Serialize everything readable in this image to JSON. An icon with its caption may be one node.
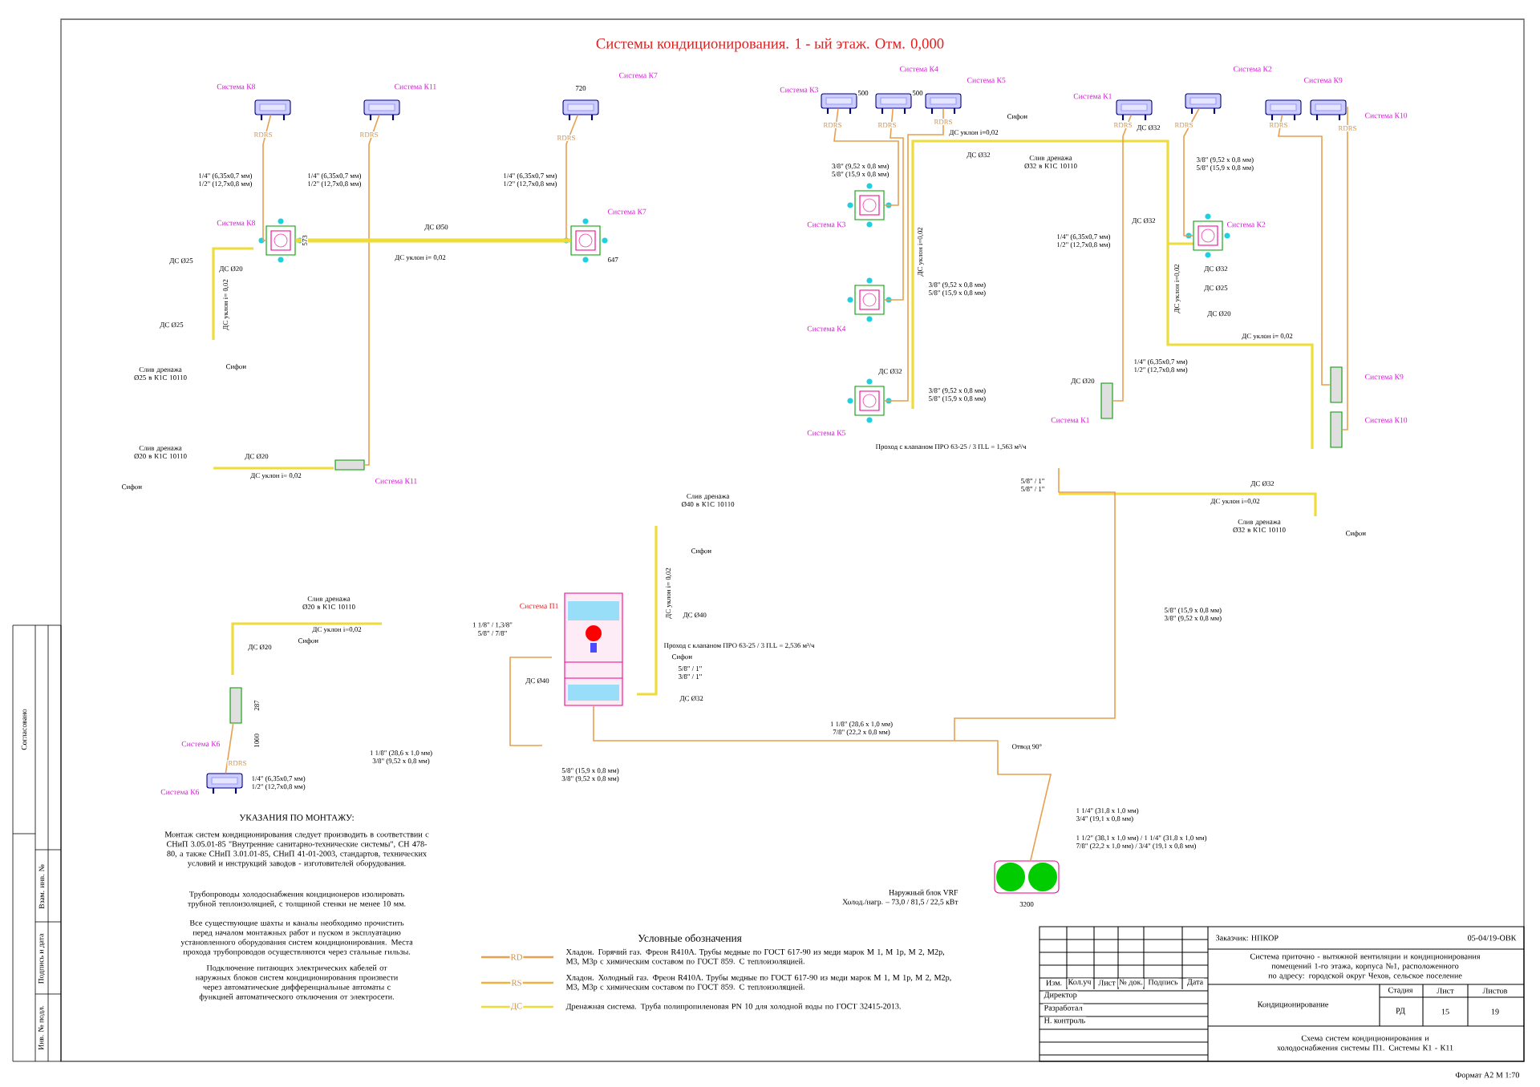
{
  "diagram": {
    "title": "Системы кондиционирования. 1 - ый этаж. Отм. 0,000",
    "nodes": [
      {
        "text": [],
        "shape": "box",
        "beside": [
          "Система К8"
        ]
      },
      {
        "text": [],
        "shape": "box",
        "beside": [
          "Система К11"
        ]
      },
      {
        "text": [],
        "shape": "box",
        "beside": [
          "Система К7"
        ]
      },
      {
        "text": [],
        "shape": "box",
        "beside": [
          "Система К8"
        ]
      },
      {
        "text": [],
        "shape": "box",
        "beside": [
          "Система К7"
        ]
      },
      {
        "text": [],
        "shape": "box",
        "beside": [
          "Система К11"
        ]
      },
      {
        "text": [],
        "shape": "box",
        "beside": [
          "Система К3"
        ]
      },
      {
        "text": [],
        "shape": "box",
        "beside": [
          "Система К4"
        ]
      },
      {
        "text": [],
        "shape": "box",
        "beside": [
          "Система К5"
        ]
      },
      {
        "text": [],
        "shape": "box",
        "beside": [
          "Система К1"
        ]
      },
      {
        "text": [],
        "shape": "box",
        "beside": [
          "Система К2"
        ]
      },
      {
        "text": [],
        "shape": "box",
        "beside": [
          "Система К9"
        ]
      },
      {
        "text": [],
        "shape": "box",
        "beside": [
          "Система К10"
        ]
      },
      {
        "text": [],
        "shape": "box",
        "beside": [
          "Система К3"
        ]
      },
      {
        "text": [],
        "shape": "box",
        "beside": [
          "Система К4"
        ]
      },
      {
        "text": [],
        "shape": "box",
        "beside": [
          "Система К5"
        ]
      },
      {
        "text": [],
        "shape": "box",
        "beside": [
          "Система К2"
        ]
      },
      {
        "text": [],
        "shape": "box",
        "beside": [
          "Система К1"
        ]
      },
      {
        "text": [],
        "shape": "box",
        "beside": [
          "Система К9"
        ]
      },
      {
        "text": [],
        "shape": "box",
        "beside": [
          "Система К10"
        ]
      },
      {
        "text": [],
        "shape": "box",
        "beside": [
          "Система К6"
        ]
      },
      {
        "text": [],
        "shape": "box",
        "beside": [
          "Система К6"
        ]
      },
      {
        "text": [],
        "shape": "box",
        "beside": [
          "Система П1"
        ]
      },
      {
        "text": [],
        "shape": "picture",
        "beside": [
          "Наружный блок VRF",
          "Холод./нагр. – 73,0 / 81,5 / 22,5 кВт"
        ]
      }
    ],
    "edges": [
      {
        "from": 0,
        "to": 3,
        "arrow": "none"
      },
      {
        "from": 1,
        "to": 5,
        "arrow": "none"
      },
      {
        "from": 2,
        "to": 4,
        "arrow": "none"
      },
      {
        "from": 6,
        "to": 13,
        "arrow": "none"
      },
      {
        "from": 7,
        "to": 14,
        "arrow": "none"
      },
      {
        "from": 8,
        "to": 15,
        "arrow": "none"
      },
      {
        "from": 9,
        "to": 17,
        "arrow": "none"
      },
      {
        "from": 10,
        "to": 16,
        "arrow": "none"
      },
      {
        "from": 11,
        "to": 18,
        "arrow": "none"
      },
      {
        "from": 12,
        "to": 19,
        "arrow": "none"
      },
      {
        "from": 21,
        "to": 20,
        "arrow": "none"
      },
      {
        "from": 23,
        "to": 22,
        "arrow": "none"
      },
      {
        "from": 3,
        "to": 4,
        "arrow": "none",
        "style": "thick",
        "color": "#eedc3a"
      }
    ],
    "labels": [
      "RDRS",
      "RDRS",
      "RDRS",
      "1/4\" (6,35х0,7 мм)",
      "1/2\" (12,7х0,8 мм)",
      "1/4\" (6,35х0,7 мм)",
      "1/2\" (12,7х0,8 мм)",
      "1/4\" (6,35х0,7 мм)",
      "1/2\" (12,7х0,8 мм)",
      "720",
      "573",
      "647",
      "ДС Ø50",
      "ДС уклон i= 0,02",
      "ДС Ø25",
      "ДС Ø20",
      "ДС уклон i= 0,02",
      "ДС Ø25",
      "Слив дренажа Ø25 в К1С 10110",
      "Сифон",
      "Слив дренажа Ø20 в К1С 10110",
      "Сифон",
      "ДС Ø20",
      "ДС уклон i= 0,02",
      "500",
      "500",
      "RDRS",
      "RDRS",
      "RDRS",
      "RDRS",
      "RDRS",
      "RDRS",
      "RDRS",
      "ДС уклон i=0,02",
      "ДС Ø32",
      "Сифон",
      "Слив дренажа Ø32 в К1С 10110",
      "ДС Ø32",
      "3/8\" (9,52 х 0,8 мм)",
      "5/8\" (15,9 х 0,8 мм)",
      "ДС уклон i=0,02",
      "3/8\" (9,52 х 0,8 мм)",
      "5/8\" (15,9 х 0,8 мм)",
      "ДС Ø32",
      "3/8\" (9,52 х 0,8 мм)",
      "5/8\" (15,9 х 0,8 мм)",
      "1/4\" (6,35х0,7 мм)",
      "1/2\" (12,7х0,8 мм)",
      "ДС Ø32",
      "3/8\" (9,52 х 0,8 мм)",
      "5/8\" (15,9 х 0,8 мм)",
      "ДС Ø32",
      "ДС Ø25",
      "ДС уклон i=0,02",
      "ДС Ø20",
      "ДС уклон i= 0,02",
      "1/4\" (6,35х0,7 мм)",
      "1/2\" (12,7х0,8 мм)",
      "ДС Ø20",
      "ДС Ø32",
      "ДС уклон i=0,02",
      "Слив дренажа Ø32 в К1С 10110",
      "Сифон",
      "Проход с клапаном ПРО 63-25 / 3 П.L = 1,563 м³/ч",
      "5/8\" / 1\"",
      "5/8\" / 1\"",
      "5/8\" (15,9 х 0,8 мм)",
      "3/8\" (9,52 х 0,8 мм)",
      "Слив дренажа Ø40 в К1С 10110",
      "Сифон",
      "ДС уклон i= 0,02",
      "ДС Ø40",
      "Проход с клапаном ПРО 63-25 / 3 П.L = 2,536 м³/ч",
      "Сифон",
      "5/8\" / 1\"",
      "3/8\" / 1\"",
      "ДС Ø32",
      "ДС Ø40",
      "1 1/8\" / 1,3/8\"",
      "5/8\" / 7/8\"",
      "1 1/8\" (28,6 х 1,0 мм)",
      "3/8\" (9,52 х 0,8 мм)",
      "5/8\" (15,9 х 0,8 мм)",
      "3/8\" (9,52 х 0,8 мм)",
      "1 1/8\" (28,6 х 1,0 мм)",
      "7/8\" (22,2 х 0,8 мм)",
      "Отвод 90°",
      "1 1/4\" (31,8 х 1,0 мм)",
      "3/4\" (19,1 х 0,8 мм)",
      "1 1/2\" (38,1 х 1,0 мм) / 1 1/4\" (31,8 х 1,0 мм)",
      "7/8\" (22,2 х 1,0 мм) / 3/4\" (19,1 х 0,8 мм)",
      "3200",
      "Слив дренажа Ø20 в К1С 10110",
      "ДС уклон i=0,02",
      "Сифон",
      "ДС Ø20",
      "287",
      "1000",
      "RDRS",
      "1/4\" (6,35х0,7 мм)",
      "1/2\" (12,7х0,8 мм)",
      "УКАЗАНИЯ ПО МОНТАЖУ:",
      "Монтаж систем кондиционирования следует производить в соответствии с СНиП 3.05.01-85 \"Внутренние санитарно-технические системы\", СН 478-80, а также СНиП 3.01.01-85, СНиП 41-01-2003, стандартов, технических условий и инструкций заводов - изготовителей оборудования.",
      "Трубопроводы холодоснабжения кондиционеров изолировать трубной теплоизоляцией, с толщиной стенки не менее 10 мм.",
      "Все существующие шахты и каналы необходимо прочистить перед началом монтажных работ и пуском в эксплуатацию установленного оборудования систем кондиционирования. Места прохода трубопроводов осуществляются через стальные гильзы.",
      "Подключение питающих электрических кабелей от наружных блоков систем кондиционирования произвести через автоматические дифференциальные автоматы с функцией автоматического отключения от электросети.",
      "Условные обозначения",
      "RD",
      "RS",
      "ДС",
      "Заказчик: НПКОР",
      "05-04/19-ОВК",
      "Система приточно - вытяжной вентиляции и кондиционирования помещений 1-го этажа, корпуса №1, расположенного по адресу: городской округ Чехов, сельское поселение",
      "Изм.",
      "Кол.уч",
      "Лист",
      "№ док.",
      "Подпись",
      "Дата",
      "Директор",
      "Разработал",
      "Н. контроль",
      "Кондиционирование",
      "Стадия",
      "Лист",
      "Листов",
      "РД",
      "15",
      "19",
      "Схема систем кондиционирования и холодоснабжения системы П1. Системы К1 - К11",
      "Формат А2 М 1:70",
      "Согласовано",
      "Взам. инв. №",
      "Подпись и дата",
      "Инв. № подл."
    ],
    "legend": [
      {
        "text": "Хладон. Горячий газ. Фреон R410A. Трубы медные по ГОСТ 617-90 из меди марок М 1, М 1р, М 2, М2р, М3, М3р с химическим составом по ГОСТ 859. С теплоизоляцией."
      },
      {
        "text": "Хладон. Холодный газ. Фреон R410A. Трубы медные по ГОСТ 617-90 из меди марок М 1, М 1р, М 2, М2р, М3, М3р с химическим составом по ГОСТ 859. С теплоизоляцией."
      },
      {
        "text": "Дренажная система. Труба полипропиленовая PN 10 для холодной воды по ГОСТ 32415-2013."
      }
    ]
  }
}
